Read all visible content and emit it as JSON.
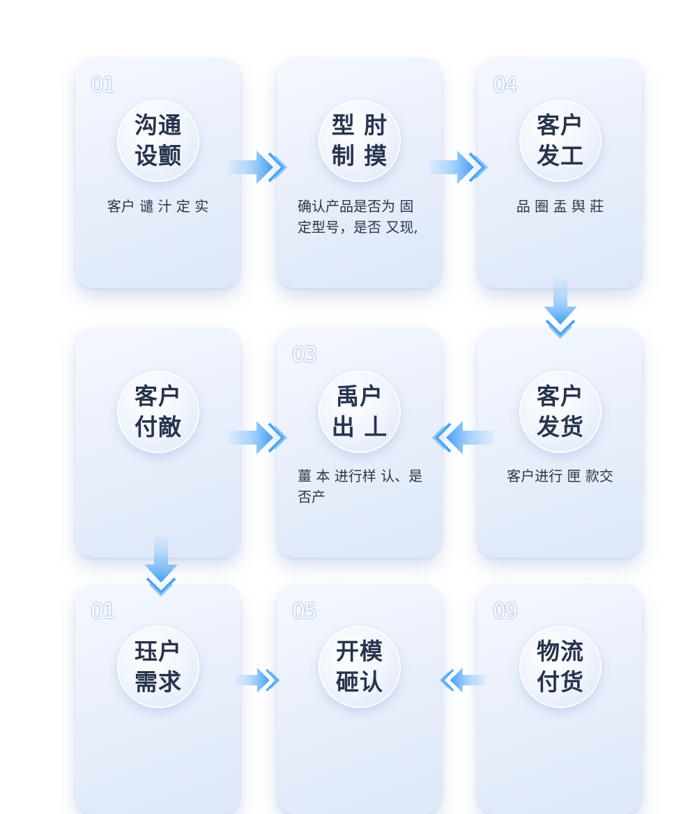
{
  "steps": [
    {
      "number": "01",
      "title": "沟通 设颤",
      "desc": "客户 谴 汁 定 实"
    },
    {
      "number": "",
      "title": "型 肘 制 摸",
      "desc": "确认产品是否为 固定型号，是否 又现,"
    },
    {
      "number": "04",
      "title": "客户 发工",
      "desc": "品 圈 盂 舆 莊"
    },
    {
      "number": "",
      "title": "客户 付敵",
      "desc": ""
    },
    {
      "number": "03",
      "title": "禹户 出 丄",
      "desc": "薑 本 进行样 认、是否产"
    },
    {
      "number": "",
      "title": "客户 发货",
      "desc": "客户进行 匣 款交"
    },
    {
      "number": "01",
      "title": "珏户 需求",
      "desc": ""
    },
    {
      "number": "05",
      "title": "开模 砸认",
      "desc": ""
    },
    {
      "number": "09",
      "title": "物流 付货",
      "desc": ""
    }
  ],
  "colors": {
    "accent": "#6f97ea",
    "arrow": "#4aa3f3",
    "title": "#28334d"
  }
}
